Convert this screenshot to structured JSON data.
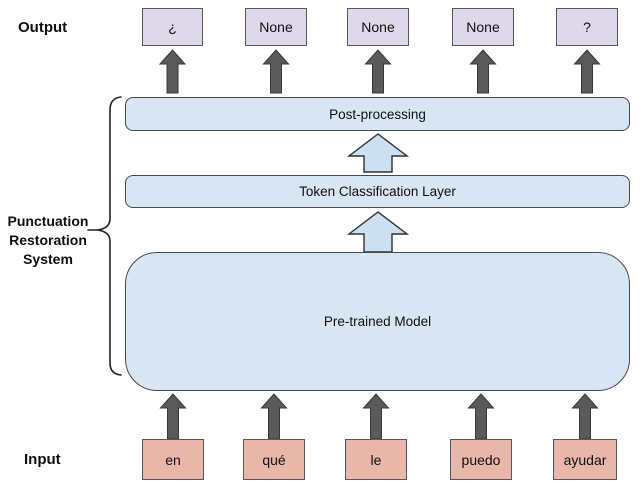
{
  "labels": {
    "output": "Output",
    "input": "Input",
    "system_lines": [
      "Punctuation",
      "Restoration",
      "System"
    ]
  },
  "layers": {
    "post_processing": "Post-processing",
    "token_classification": "Token Classification Layer",
    "pretrained_model": "Pre-trained Model"
  },
  "output_tokens": [
    "¿",
    "None",
    "None",
    "None",
    "?"
  ],
  "input_tokens": [
    "en",
    "qué",
    "le",
    "puedo",
    "ayudar"
  ],
  "colors": {
    "background": "#ffffff",
    "layer_fill": "#d8e6f4",
    "layer_border": "#47494d",
    "arrow_fill": "#cde0f2",
    "arrow_border": "#2f3136",
    "output_fill": "#ded8ea",
    "input_fill": "#e9b7aa",
    "token_border": "#55585e",
    "gray_arrow_fill": "#5a5a5a",
    "gray_arrow_border": "#36383b",
    "brace_color": "#222222",
    "text_color": "#0f0f0f"
  }
}
